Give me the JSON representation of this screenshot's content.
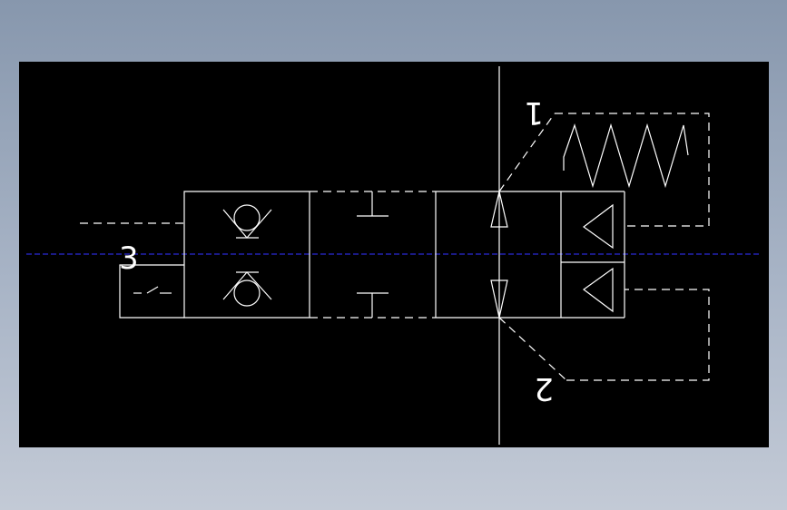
{
  "diagram": {
    "ports": {
      "port_3": "3",
      "port_1": "1",
      "port_2": "2"
    },
    "colors": {
      "background": "#000000",
      "line": "#ffffff",
      "center_line": "#2a2ad6",
      "frame": "#8e9db3"
    }
  }
}
